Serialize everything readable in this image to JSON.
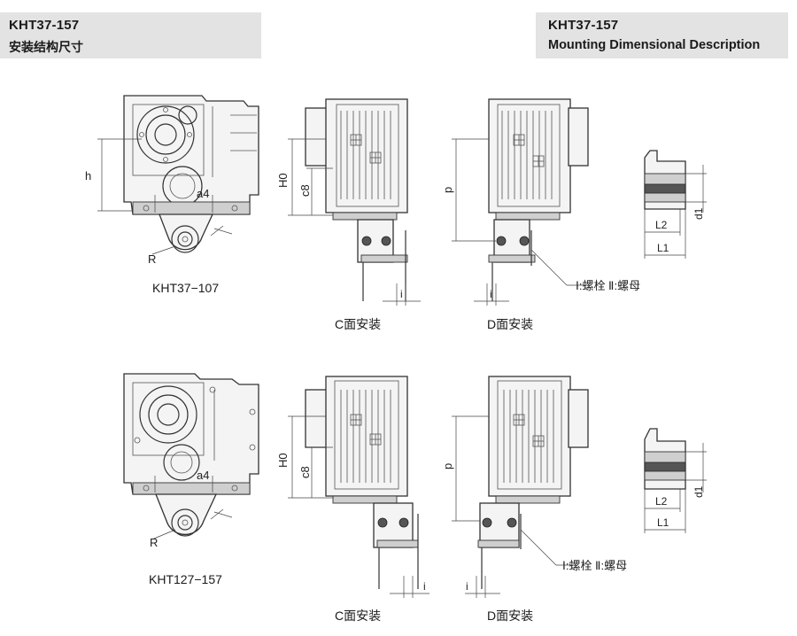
{
  "header_left": {
    "model": "KHT37-157",
    "subtitle": "安装结构尺寸"
  },
  "header_right": {
    "model": "KHT37-157",
    "subtitle": "Mounting Dimensional Description"
  },
  "top_row": {
    "side_view_caption": "KHT37−107",
    "c_caption": "C面安装",
    "d_caption": "D面安装",
    "bolt_note": "Ⅰ:螺栓  Ⅱ:螺母"
  },
  "bottom_row": {
    "side_view_caption": "KHT127−157",
    "c_caption": "C面安装",
    "d_caption": "D面安装",
    "bolt_note": "Ⅰ:螺栓  Ⅱ:螺母"
  },
  "dimension_labels": {
    "h": "h",
    "a4": "a4",
    "R": "R",
    "H0": "H0",
    "c8": "c8",
    "p": "p",
    "i": "i",
    "L1": "L1",
    "L2": "L2",
    "d1": "d1"
  },
  "colors": {
    "header_bg": "#e3e3e3",
    "line": "#333333",
    "shade": "#cfcfcf"
  }
}
